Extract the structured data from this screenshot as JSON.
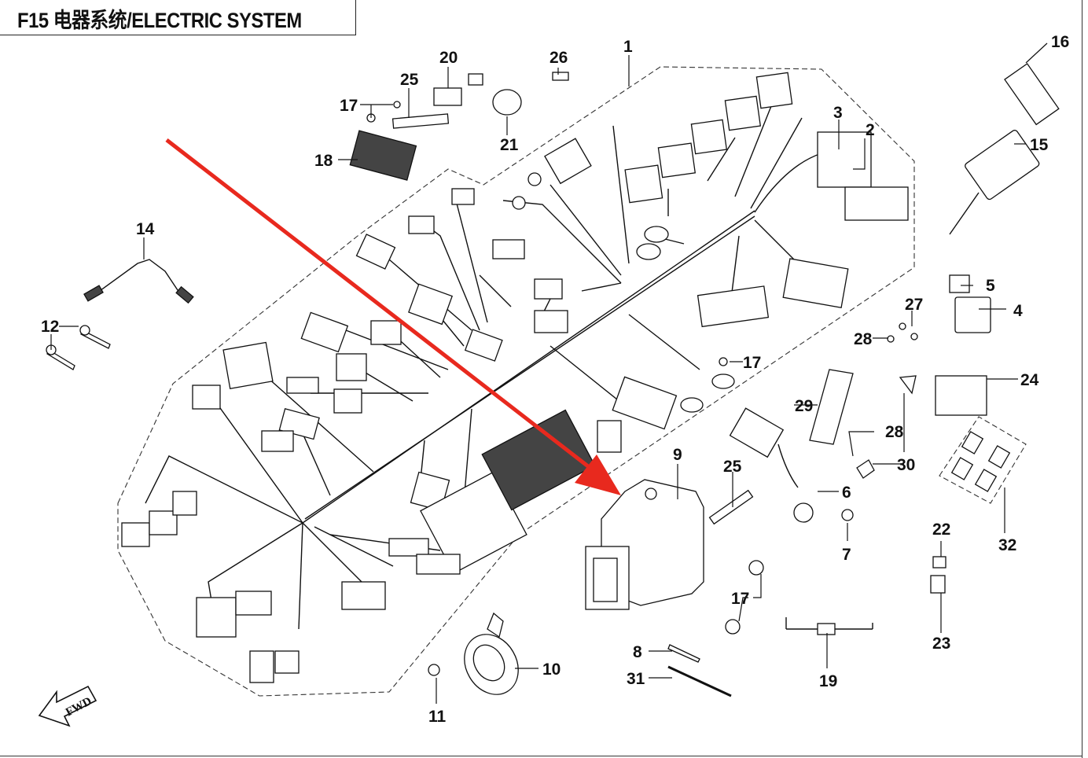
{
  "title": "F15 电器系统/ELECTRIC SYSTEM",
  "fwd_label": "FWD",
  "arrow_color": "#e8291e",
  "callouts": {
    "p1": "1",
    "p2": "2",
    "p3": "3",
    "p4": "4",
    "p5": "5",
    "p6": "6",
    "p7": "7",
    "p8": "8",
    "p9": "9",
    "p10": "10",
    "p11": "11",
    "p12": "12",
    "p14": "14",
    "p15": "15",
    "p16": "16",
    "p17a": "17",
    "p17b": "17",
    "p17c": "17",
    "p18": "18",
    "p19": "19",
    "p20": "20",
    "p21": "21",
    "p22": "22",
    "p23": "23",
    "p24": "24",
    "p25a": "25",
    "p25b": "25",
    "p26": "26",
    "p27": "27",
    "p28a": "28",
    "p28b": "28",
    "p29": "29",
    "p30": "30",
    "p31": "31",
    "p32": "32"
  }
}
